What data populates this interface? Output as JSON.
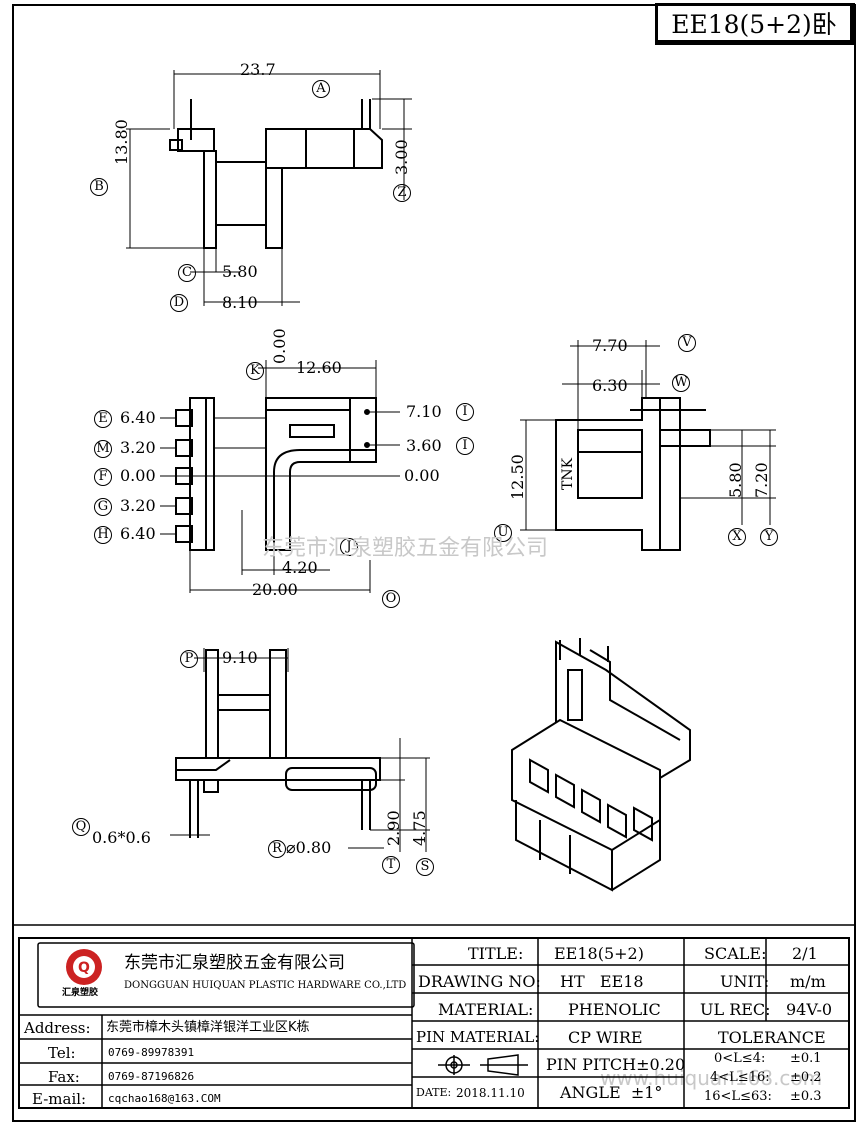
{
  "drawing": {
    "part_title": "EE18(5+2)卧",
    "top_view": {
      "width": "23.7",
      "width_ref": "A",
      "height": "13.80",
      "height_ref": "B",
      "pin_offset": "3.00",
      "pin_offset_ref": "Z",
      "slot_width": "5.80",
      "slot_width_ref": "C",
      "body_width": "8.10",
      "body_width_ref": "D"
    },
    "front_view": {
      "zero_top": "0.00",
      "depth": "12.60",
      "depth_ref": "K",
      "pins_left": [
        {
          "ref": "E",
          "value": "6.40"
        },
        {
          "ref": "M",
          "value": "3.20"
        },
        {
          "ref": "F",
          "value": "0.00"
        },
        {
          "ref": "G",
          "value": "3.20"
        },
        {
          "ref": "H",
          "value": "6.40"
        }
      ],
      "pin_right_1": "7.10",
      "pin_right_1_ref": "I",
      "pin_right_2": "3.60",
      "pin_right_2_ref": "I",
      "right_zero": "0.00",
      "inner": "4.20",
      "inner_ref": "J",
      "length": "20.00",
      "length_ref": "O"
    },
    "side_view": {
      "width_1": "7.70",
      "width_1_ref": "V",
      "width_2": "6.30",
      "width_2_ref": "W",
      "height": "12.50",
      "height_ref": "U",
      "tnk_label": "TNK",
      "h1": "5.80",
      "h1_ref": "X",
      "h2": "7.20",
      "h2_ref": "Y"
    },
    "bottom_view": {
      "width": "9.10",
      "width_ref": "P",
      "pin_size": "0.6*0.6",
      "pin_size_ref": "Q",
      "pin_dia": "⌀0.80",
      "pin_dia_ref": "R",
      "h1": "2.90",
      "h1_ref": "T",
      "h2": "4.75",
      "h2_ref": "S"
    },
    "watermark": "东莞市汇泉塑胶五金有限公司",
    "watermark2": "www.huiquan168.com"
  },
  "title_block": {
    "logo_text": "汇泉塑胶",
    "company_cn": "东莞市汇泉塑胶五金有限公司",
    "company_en": "DONGGUAN HUIQUAN PLASTIC HARDWARE CO.,LTD",
    "address_label": "Address:",
    "address": "东莞市樟木头镇樟洋银洋工业区K栋",
    "tel_label": "Tel:",
    "tel": "0769-89978391",
    "fax_label": "Fax:",
    "fax": "0769-87196826",
    "email_label": "E-mail:",
    "email": "cqchao168@163.COM",
    "title_label": "TITLE:",
    "title_value": "EE18(5+2)",
    "drawing_no_label": "DRAWING NO:",
    "drawing_no_value": "HT   EE18",
    "material_label": "MATERIAL:",
    "material_value": "PHENOLIC",
    "pin_material_label": "PIN MATERIAL:",
    "pin_material_value": "CP WIRE",
    "date_label": "DATE:",
    "date_value": "2018.11.10",
    "pin_pitch": "PIN PITCH±0.20",
    "angle": "ANGLE  ±1°",
    "scale_label": "SCALE:",
    "scale_value": "2/1",
    "unit_label": "UNIT:",
    "unit_value": "m/m",
    "ul_label": "UL REC:",
    "ul_value": "94V-0",
    "tolerance_label": "TOLERANCE",
    "tol_1_range": "0<L≤4:",
    "tol_1_value": "±0.1",
    "tol_2_range": "4<L≤16:",
    "tol_2_value": "±0.2",
    "tol_3_range": "16<L≤63:",
    "tol_3_value": "±0.3"
  }
}
